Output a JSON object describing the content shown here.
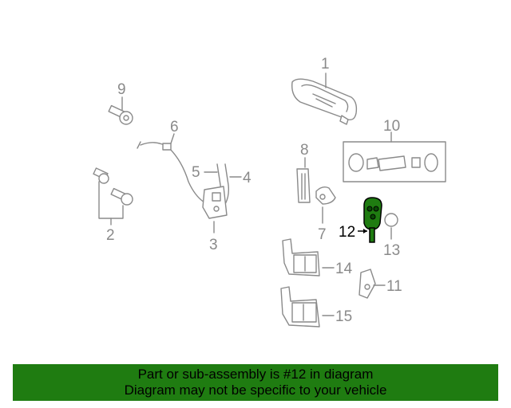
{
  "callouts": {
    "c1": "1",
    "c2": "2",
    "c3": "3",
    "c4": "4",
    "c5": "5",
    "c6": "6",
    "c7": "7",
    "c8": "8",
    "c9": "9",
    "c10": "10",
    "c11": "11",
    "c12": "12",
    "c13": "13",
    "c14": "14",
    "c15": "15"
  },
  "highlight": {
    "part_number": "12",
    "color": "#1f7c11"
  },
  "footer": {
    "line1": "Part or sub-assembly is #12 in diagram",
    "line2": "Diagram may not be specific to your vehicle",
    "background": "#1f7c11"
  }
}
